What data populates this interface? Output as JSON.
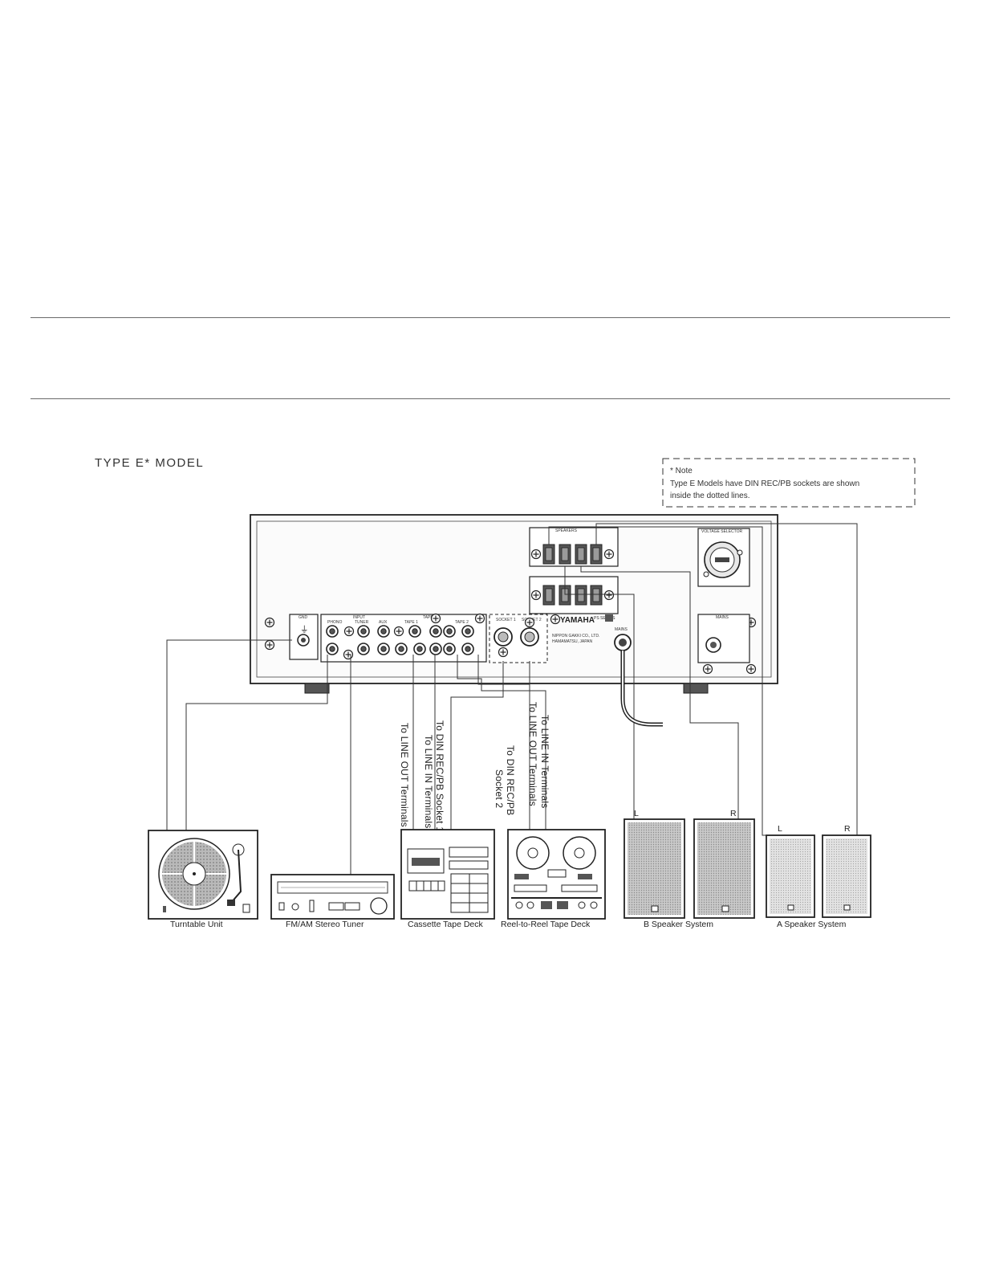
{
  "title": "TYPE E* MODEL",
  "note": {
    "line1": "* Note",
    "line2": "Type E Models have DIN REC/PB sockets are shown",
    "line3": "inside the dotted lines."
  },
  "panel": {
    "gnd": "GND",
    "input": "INPUT",
    "phono": "PHONO",
    "tuner": "TUNER",
    "aux": "AUX",
    "tape": "TAPE",
    "tape1": "TAPE 1",
    "tape2": "TAPE 2",
    "socket1": "SOCKET 1",
    "socket2": "SOCKET 2",
    "speakers": "SPEAKERS",
    "voltage_selector": "VOLTAGE SELECTOR",
    "mains": "MAINS",
    "brand": "YAMAHA",
    "series": "PS SERIES",
    "maker": "NIPPON GAKKI CO., LTD.",
    "place": "HAMAMATSU, JAPAN"
  },
  "speaker_labels": {
    "b_left": "L",
    "b_right": "R",
    "a_left": "L",
    "a_right": "R"
  },
  "connection_labels": {
    "line_out_1": "To LINE OUT Terminals",
    "line_in_1": "To LINE IN Terminals",
    "din_1": "To DIN REC/PB Socket 1",
    "din_2_a": "To DIN REC/PB",
    "din_2_b": "Socket 2",
    "line_out_2": "To LINE OUT Terminals",
    "line_in_2": "To LINE IN Terminals"
  },
  "devices": {
    "turntable": "Turntable Unit",
    "tuner": "FM/AM Stereo Tuner",
    "cassette": "Cassette Tape Deck",
    "reel": "Reel-to-Reel Tape Deck",
    "b_speakers": "B Speaker System",
    "a_speakers": "A Speaker System"
  }
}
